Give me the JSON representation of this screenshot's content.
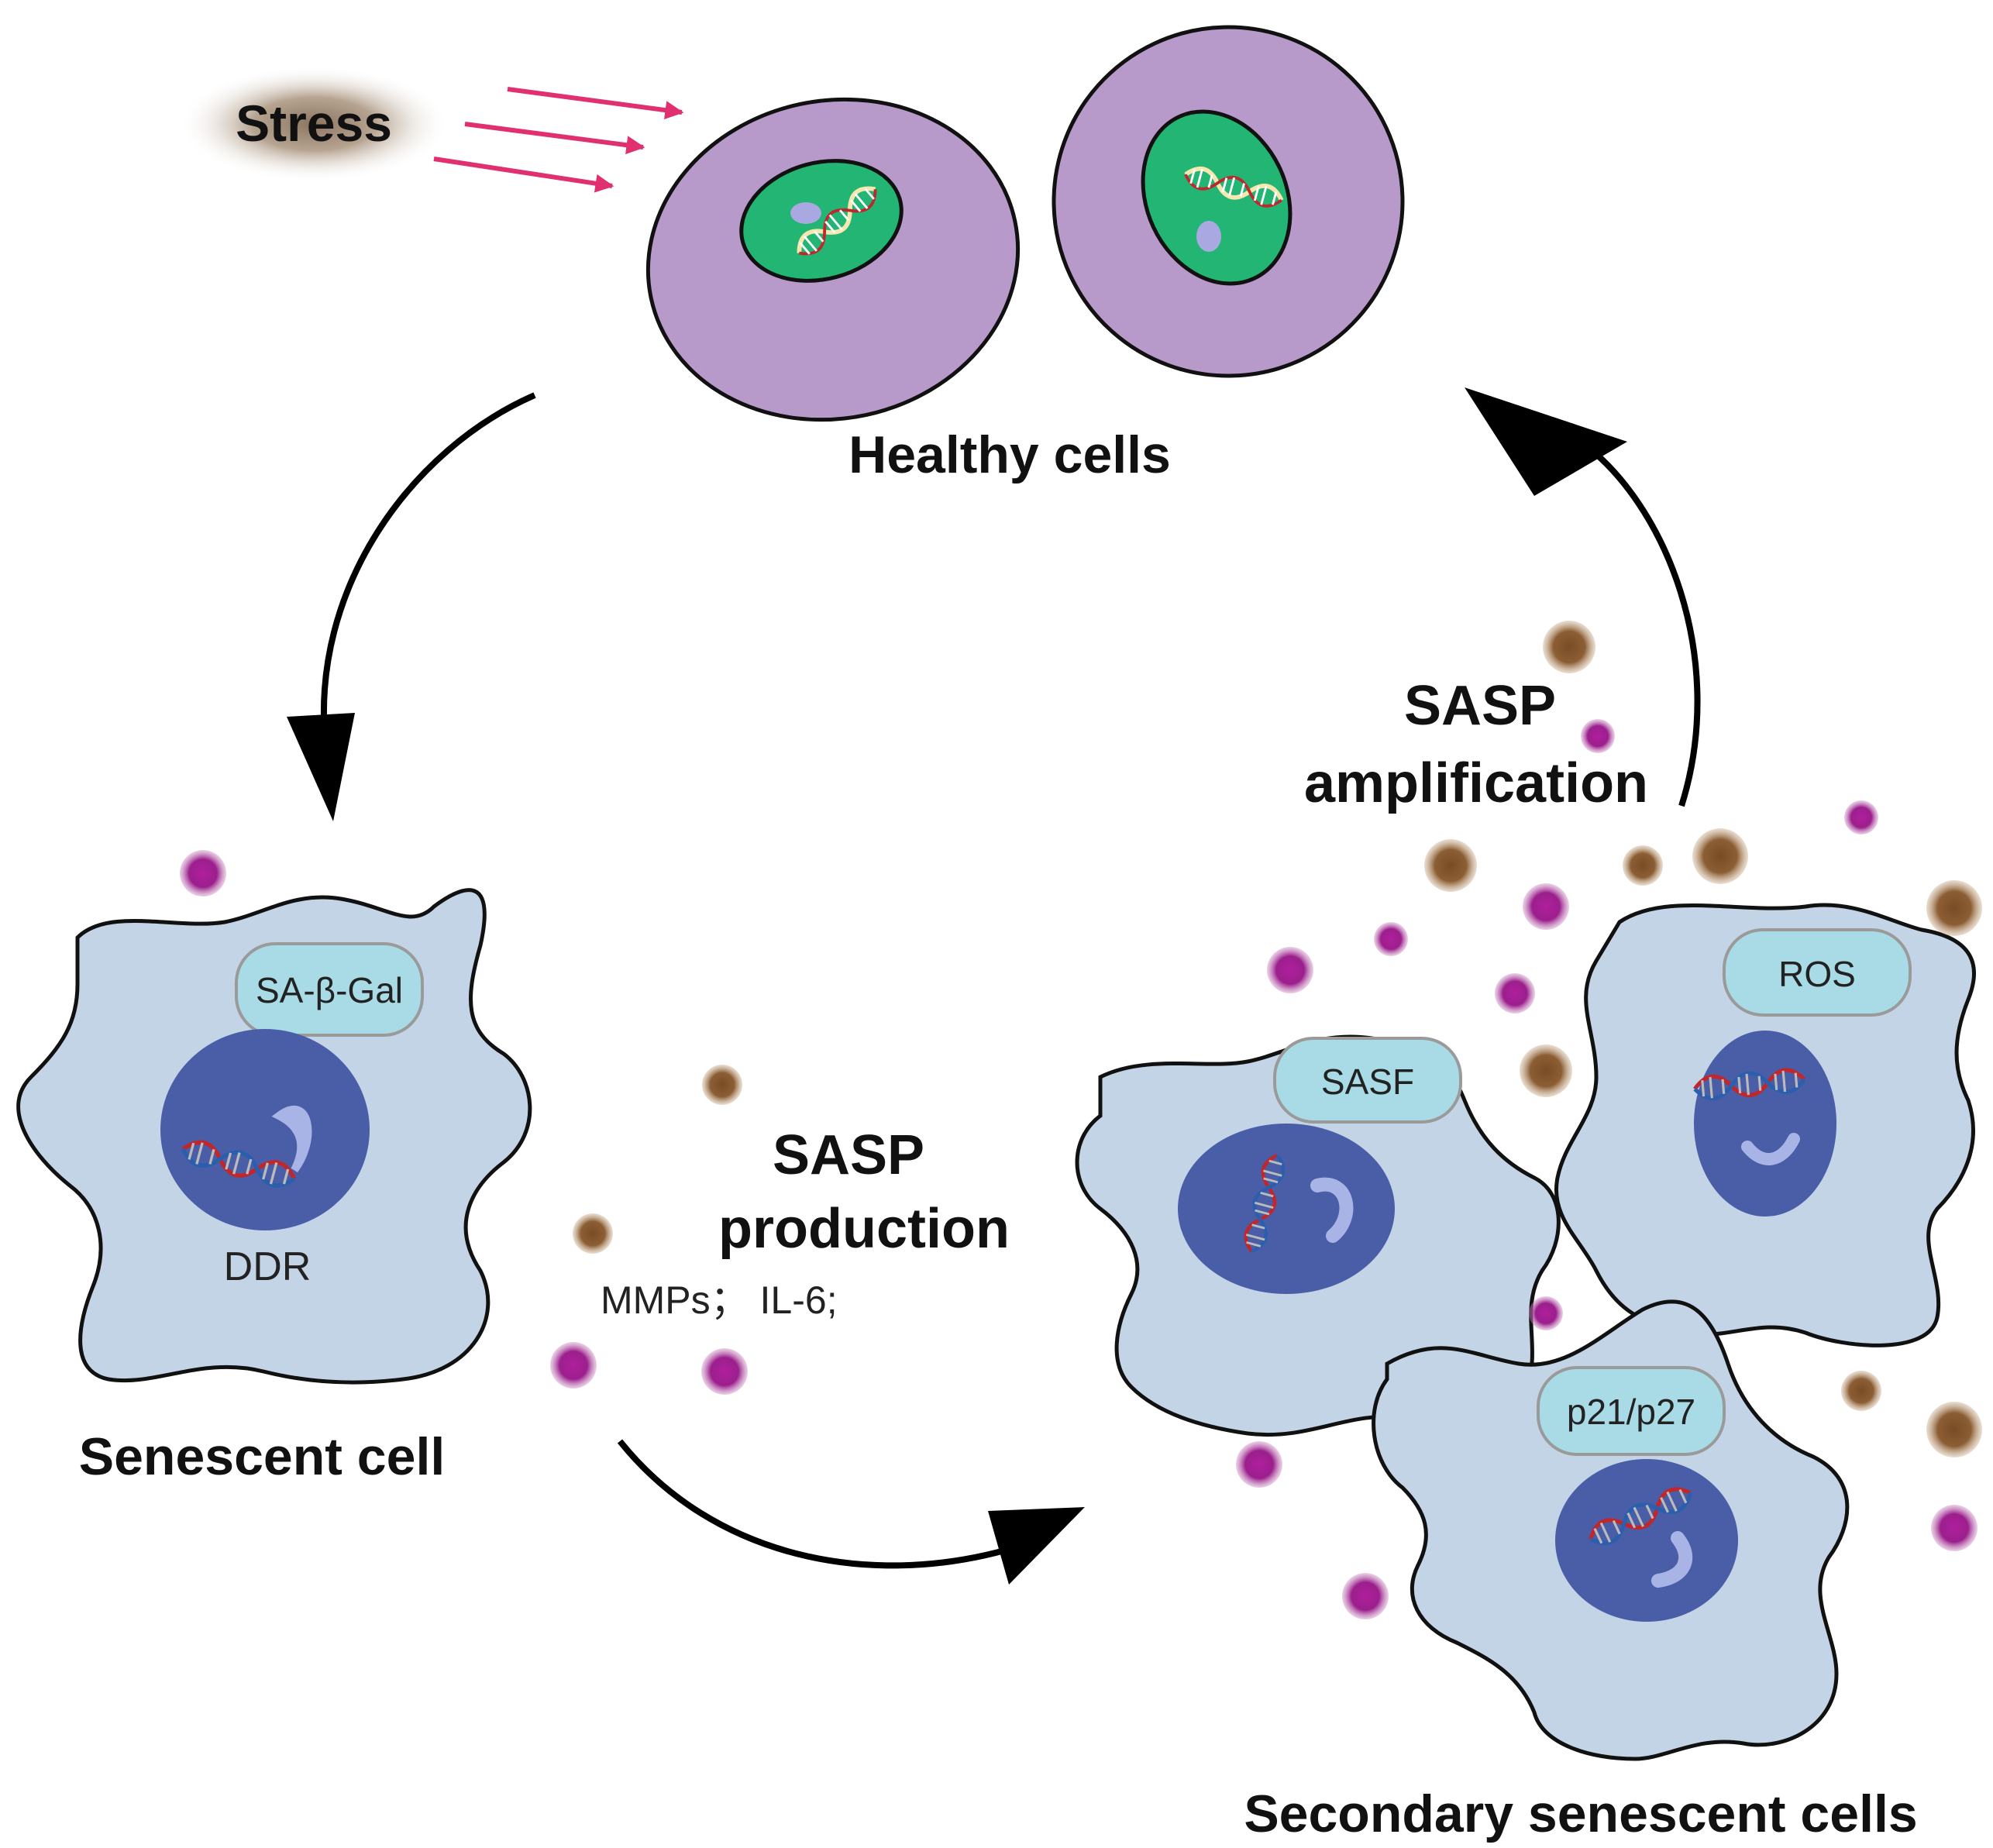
{
  "labels": {
    "stress": "Stress",
    "healthy_cells": "Healthy cells",
    "senescent_cell": "Senescent cell",
    "secondary_senescent_cells": "Secondary senescent cells",
    "sasp_production_line1": "SASP",
    "sasp_production_line2": "production",
    "sasp_factors": "MMPs；  IL-6;",
    "sasp_amplification_line1": "SASP",
    "sasp_amplification_line2": "amplification"
  },
  "markers": {
    "sa_beta_gal": "SA-β-Gal",
    "ddr": "DDR",
    "sasf": "SASF",
    "ros": "ROS",
    "p21_p27": "p21/p27"
  },
  "colors": {
    "healthy_cytoplasm": "#b79ac9",
    "healthy_nucleus": "#22b573",
    "senescent_cytoplasm": "#c3d4e6",
    "senescent_nucleus": "#4a5ea8",
    "marker_box": "#a9dbe6",
    "stress_arrow": "#e0306f",
    "stress_glow": "#8a7560",
    "particle_purple": "#9b1f8c",
    "particle_brown": "#8b5e34",
    "arrow": "#000000"
  }
}
